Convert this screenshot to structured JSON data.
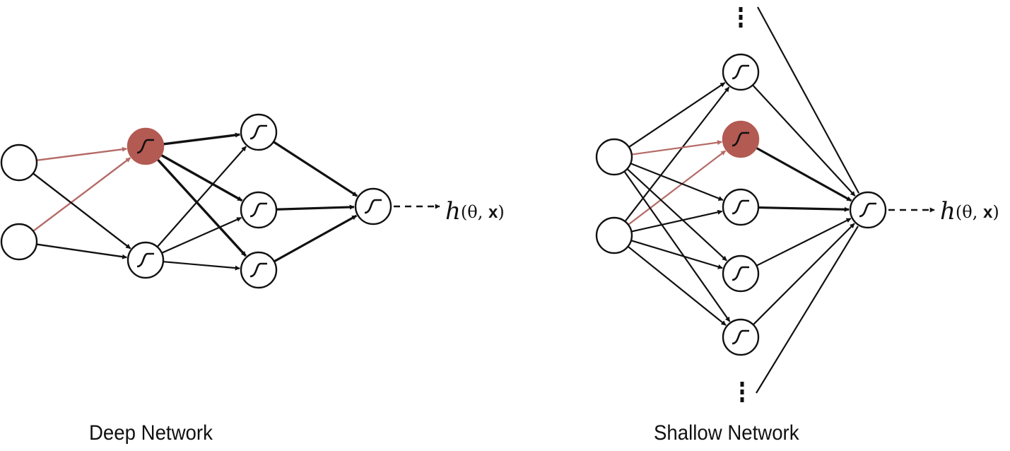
{
  "colors": {
    "ink": "#111111",
    "highlight_node": "#b35a52",
    "highlight_edge": "#b56a66",
    "background": "#ffffff"
  },
  "deep_network": {
    "caption": "Deep Network",
    "output_label": {
      "symbol": "h",
      "args_open": "(θ, ",
      "x": "x",
      "args_close": ")"
    }
  },
  "shallow_network": {
    "caption": "Shallow Network",
    "output_label": {
      "symbol": "h",
      "args_open": "(θ, ",
      "x": "x",
      "args_close": ")"
    }
  },
  "icons": {
    "activation": "sigmoid-icon"
  }
}
